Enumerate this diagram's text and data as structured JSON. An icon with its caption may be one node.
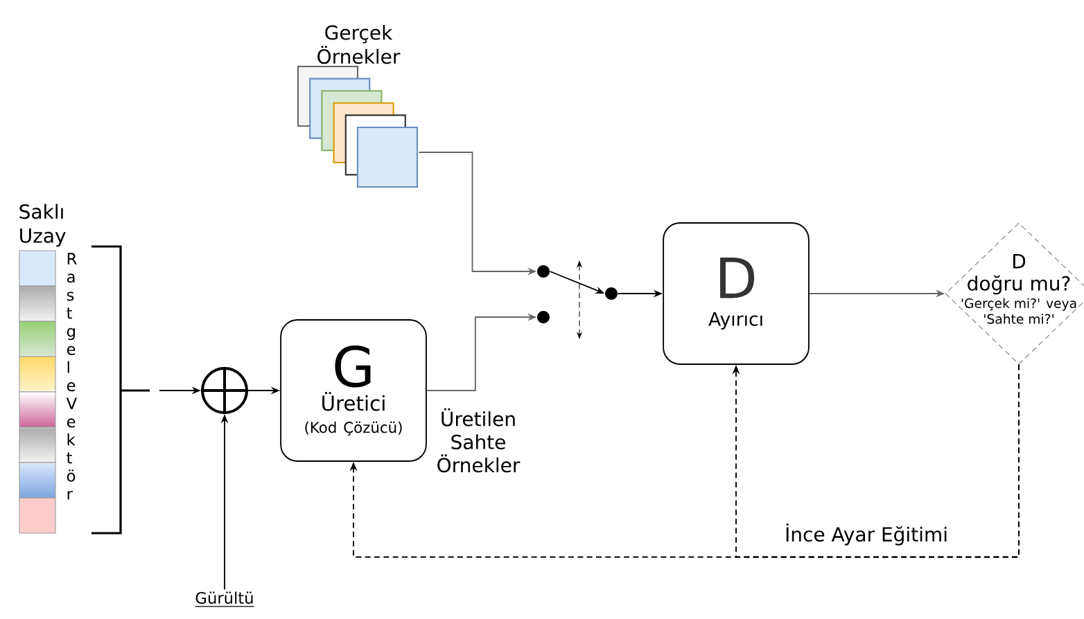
{
  "diagram": {
    "nodes": [
      {
        "text": [
          "Gerçek Örnekler"
        ]
      },
      {
        "text": [
          "Saklı Uzay",
          "Rastgele Vektör"
        ]
      },
      {
        "text": [],
        "shape": "circle"
      },
      {
        "text": [
          "Gürültü"
        ]
      },
      {
        "text": [
          "G",
          "Üretici",
          "(Kod Çözücü)"
        ]
      },
      {
        "text": [],
        "shape": "circle"
      },
      {
        "text": [],
        "shape": "circle"
      },
      {
        "text": [],
        "shape": "circle"
      },
      {
        "text": [
          "D",
          "Ayırıcı"
        ]
      },
      {
        "text": [
          "D",
          "doğru mu?",
          "'Gerçek mi?' veya 'Sahte mi?'"
        ]
      }
    ],
    "edges": [
      {
        "from": 0,
        "to": 5,
        "arrow": "to",
        "color": "#666666"
      },
      {
        "from": 1,
        "to": 2,
        "arrow": "to"
      },
      {
        "from": 3,
        "to": 2,
        "arrow": "to"
      },
      {
        "from": 2,
        "to": 4,
        "arrow": "to"
      },
      {
        "from": 4,
        "to": 6,
        "arrow": "to",
        "color": "#666666"
      },
      {
        "from": 5,
        "to": 7,
        "arrow": "to"
      },
      {
        "from": 7,
        "to": 8,
        "arrow": "to"
      },
      {
        "from": 8,
        "to": 9,
        "arrow": "to",
        "color": "#666666"
      },
      {
        "from": 9,
        "to": 4,
        "arrow": "to",
        "style": "dashed",
        "label": "İnce Ayar Eğitimi"
      },
      {
        "from": 9,
        "to": 8,
        "arrow": "to",
        "style": "dashed"
      }
    ],
    "labels": [
      "Üretilen Sahte Örnekler"
    ]
  }
}
